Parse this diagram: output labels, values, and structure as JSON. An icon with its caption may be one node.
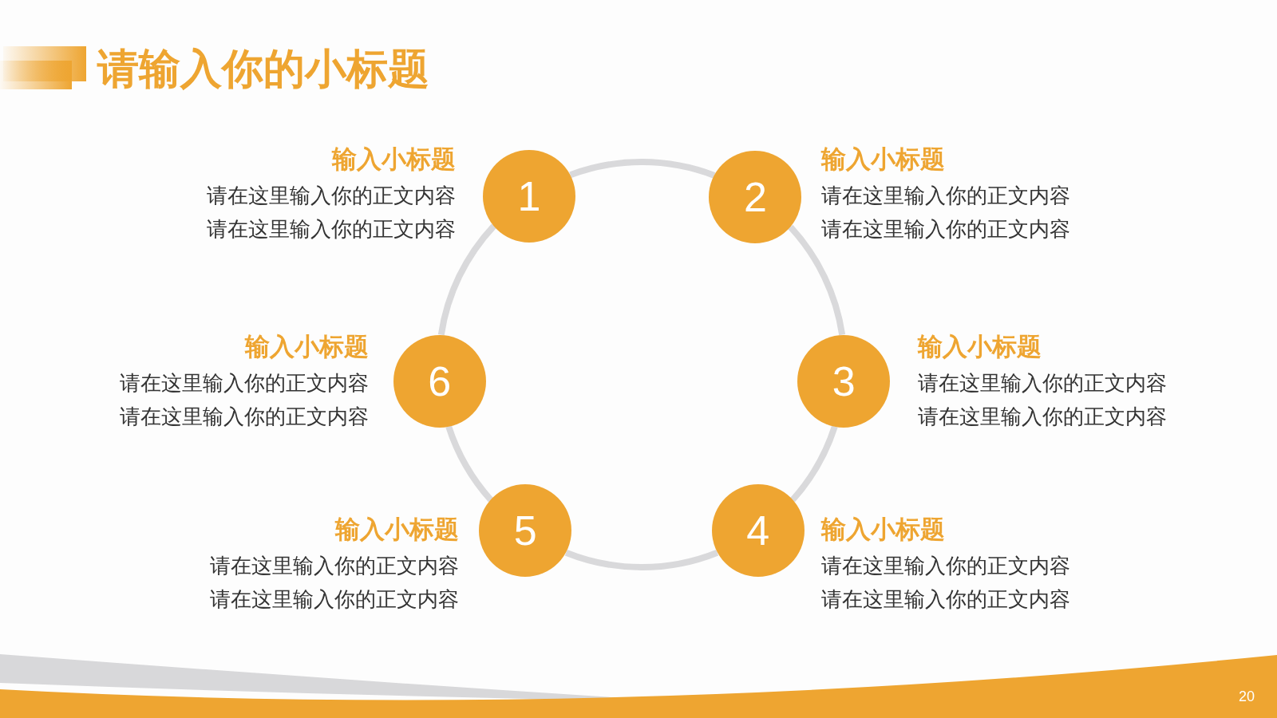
{
  "diagram": {
    "title": "请输入你的小标题",
    "nodes": [
      {
        "text": [
          "1"
        ],
        "beside": [
          "输入小标题",
          "请在这里输入你的正文内容请在这里输入你的正文内容"
        ]
      },
      {
        "text": [
          "2"
        ],
        "beside": [
          "输入小标题",
          "请在这里输入你的正文内容请在这里输入你的正文内容"
        ]
      },
      {
        "text": [
          "3"
        ],
        "beside": [
          "输入小标题",
          "请在这里输入你的正文内容请在这里输入你的正文内容"
        ]
      },
      {
        "text": [
          "4"
        ],
        "beside": [
          "输入小标题",
          "请在这里输入你的正文内容请在这里输入你的正文内容"
        ]
      },
      {
        "text": [
          "5"
        ],
        "beside": [
          "输入小标题",
          "请在这里输入你的正文内容请在这里输入你的正文内容"
        ]
      },
      {
        "text": [
          "6"
        ],
        "beside": [
          "输入小标题",
          "请在这里输入你的正文内容请在这里输入你的正文内容"
        ]
      }
    ],
    "edges": [
      {
        "from": 0,
        "to": 1,
        "arrow": "none"
      },
      {
        "from": 1,
        "to": 2,
        "arrow": "none"
      },
      {
        "from": 2,
        "to": 3,
        "arrow": "none"
      },
      {
        "from": 3,
        "to": 4,
        "arrow": "none"
      },
      {
        "from": 4,
        "to": 5,
        "arrow": "none"
      },
      {
        "from": 5,
        "to": 0,
        "arrow": "none"
      }
    ],
    "labels": [
      "20"
    ]
  }
}
